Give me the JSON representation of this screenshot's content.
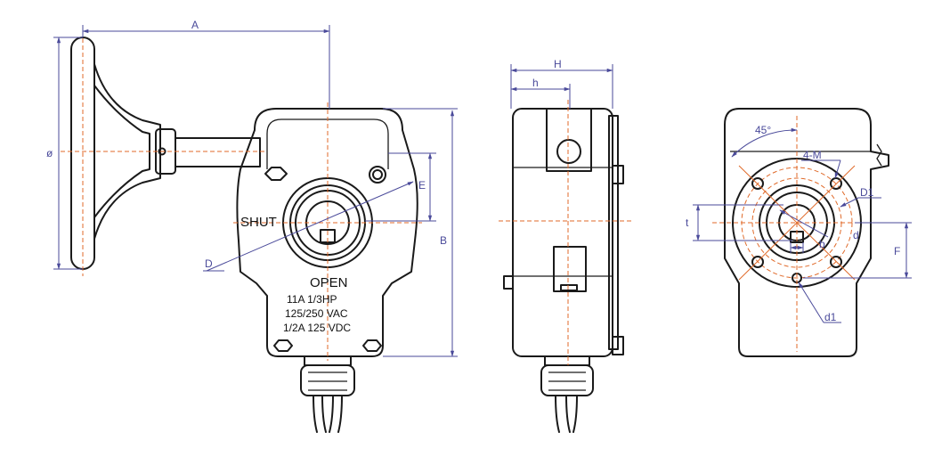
{
  "dimension_labels": {
    "A": "A",
    "B": "B",
    "D": "D",
    "E": "E",
    "phi": "ø",
    "H": "H",
    "h": "h",
    "angle": "45°",
    "holes": "4-M",
    "D1": "D1",
    "t": "t",
    "b": "b",
    "d": "d",
    "F": "F",
    "d1": "d1"
  },
  "plate": {
    "shut": "SHUT",
    "open": "OPEN",
    "rating1": "11A 1/3HP",
    "rating2": "125/250 VAC",
    "rating3": "1/2A 125 VDC"
  },
  "colors": {
    "outline": "#1a1a1a",
    "dimension": "#4a4a9a",
    "centerline": "#e06a2a"
  }
}
